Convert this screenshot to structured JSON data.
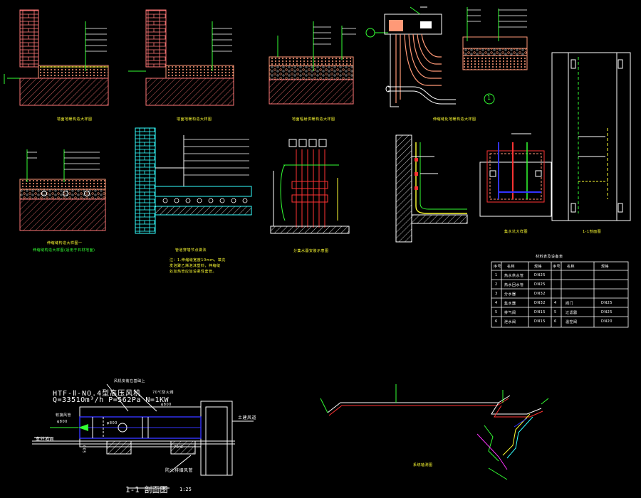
{
  "drawing": {
    "background": "#000000",
    "colors": {
      "white": "#ffffff",
      "green": "#33ff33",
      "yellow": "#ffff33",
      "red": "#ff3333",
      "cyan": "#33ffff",
      "blue": "#3333ff",
      "salmon": "#ff9977",
      "magenta": "#ff33ff",
      "brick": "#ff7777"
    },
    "captions": {
      "d1": "墙面地暖构造大样图",
      "d2": "墙面地暖构造大样图",
      "d3": "地面辐射供暖构造大样图",
      "d4": "伸缩缝处地暖构造大样图",
      "d6": "伸缩缝构造大样图一",
      "d6b": "伸缩缝构造大样图(适用于石材地面)",
      "d7": "管道穿墙节点做法",
      "d8": "分集水器安装示意图",
      "d10": "集水坑大样图",
      "d11": "1-1剖面图"
    },
    "notes": [
      "注：1.伸缩缝宽度10mm，填充",
      "发泡聚乙烯泡沫塑料，伸缩缝",
      "处加热管应加设柔性套管。"
    ],
    "circle_label": "1",
    "table": {
      "title": "材料表及设备表",
      "headers": [
        "序号",
        "名称",
        "规格",
        "序号",
        "名称",
        "规格"
      ],
      "rows": [
        [
          "1",
          "热水供水管",
          "DN25",
          "",
          "",
          ""
        ],
        [
          "2",
          "热水回水管",
          "DN25",
          "",
          "",
          ""
        ],
        [
          "3",
          "分水器",
          "DN32",
          "",
          "",
          ""
        ],
        [
          "4",
          "集水器",
          "DN32",
          "4",
          "阀门",
          "DN25"
        ],
        [
          "5",
          "排气阀",
          "DN15",
          "5",
          "过滤器",
          "DN25"
        ],
        [
          "6",
          "泄水阀",
          "DN15",
          "6",
          "温控阀",
          "DN20"
        ]
      ]
    },
    "pump_section": {
      "pump_line1": "HTF-Ⅱ-NO.4型高压风机",
      "pump_line2": "Q=3351Om³/h P=562Pa N=1KW",
      "callout_fan": "风机安装在基础上",
      "callout_damper": "70℃防火阀",
      "callout_left1": "软接风管",
      "callout_left2": "φ800",
      "callout_ground": "室外地面",
      "callout_earth": "土建风道",
      "callout_bottom": "防火排烟风管",
      "dim_500": "500",
      "dim_d1": "φ800",
      "dim_d2": "φ800",
      "dim_70": "70℃",
      "title": "1-1 剖面图",
      "scale": "1:25"
    },
    "pipe_caption": "系统轴测图"
  }
}
